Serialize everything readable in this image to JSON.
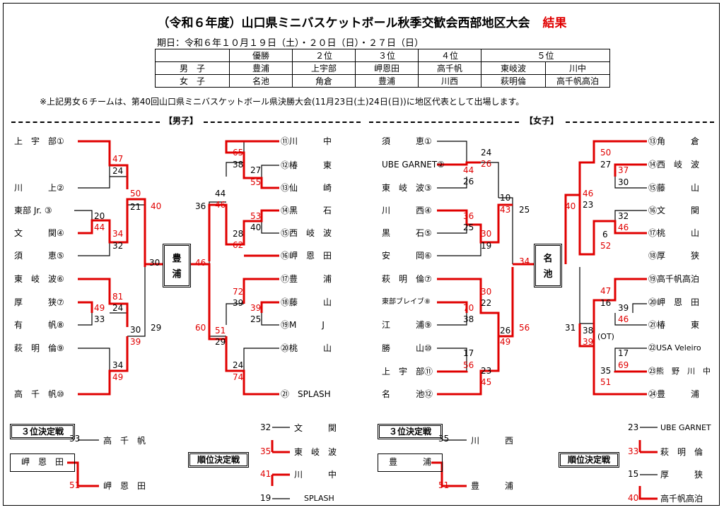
{
  "title": "（令和６年度）山口県ミニバスケットボール秋季交歓会西部地区大会",
  "title_result": "結果",
  "period": "期日：令和６年１０月１９日（土）・２０日（日）・２７日（日）",
  "results_table": {
    "headers": [
      "",
      "優勝",
      "２位",
      "３位",
      "４位",
      "５位",
      ""
    ],
    "rows": [
      [
        "男　子",
        "豊浦",
        "上宇部",
        "岬恩田",
        "高千帆",
        "東岐波",
        "川中"
      ],
      [
        "女　子",
        "名池",
        "角倉",
        "豊浦",
        "川西",
        "萩明倫",
        "高千帆高泊"
      ]
    ]
  },
  "note": "※上記男女６チームは、第40回山口県ミニバスケットボール県決勝大会(11月23日(土)24日(日))に地区代表として出場します。",
  "boys": {
    "label": "【男子】",
    "champion": "豊\n浦",
    "left_teams": [
      "上　宇　部①",
      "川　　　上②",
      "東部 Jr. ③",
      "文　　　関④",
      "須　　　恵⑤",
      "東　岐　波⑥",
      "厚　　　狭⑦",
      "有　　　帆⑧",
      "萩　明　倫⑨",
      "高　千　帆⑩"
    ],
    "right_teams": [
      "⑪川　　　中",
      "⑫椿　　　東",
      "⑬仙　　　崎",
      "⑭黒　　　石",
      "⑮西　岐　波",
      "⑯岬　恩　田",
      "⑰豊　　　浦",
      "⑱藤　　　山",
      "⑲M　　　J",
      "⑳桃　　　山",
      "㉑　SPLASH"
    ],
    "scores": {
      "s47": "47",
      "s24": "24",
      "s50": "50",
      "s40": "40",
      "s20": "20",
      "s44": "44",
      "s34": "34",
      "s21": "21",
      "s32": "32",
      "s30a": "30",
      "s81": "81",
      "s49a": "49",
      "s24b": "24",
      "s33": "33",
      "s30b": "30",
      "s29a": "29",
      "s39a": "39",
      "s34b": "34",
      "s49b": "49",
      "s36": "36",
      "s46a": "46",
      "s60": "60",
      "s65": "65",
      "s38": "38",
      "s27": "27",
      "s55": "55",
      "s44r": "44",
      "s46r": "46",
      "s53": "53",
      "s40r": "40",
      "s28": "28",
      "s62": "62",
      "s72": "72",
      "s39r": "39",
      "s39b": "39",
      "s25": "25",
      "s51": "51",
      "s29b": "29",
      "s24r": "24",
      "s74": "74"
    },
    "third_place": {
      "label": "３位決定戦",
      "loser_box": "岬　恩　田",
      "team_a": "高　千　帆",
      "team_b": "岬　恩　田",
      "score_a": "33",
      "score_b": "51"
    },
    "ranking": {
      "label": "順位決定戦",
      "games": [
        {
          "team_a": "文　　　関",
          "team_b": "東　岐　波",
          "score_a": "32",
          "score_b": "35"
        },
        {
          "team_a": "川　　　中",
          "team_b": "SPLASH",
          "score_a": "41",
          "score_b": "19"
        }
      ]
    }
  },
  "girls": {
    "label": "【女子】",
    "champion": "名\n池",
    "left_teams": [
      "須　　　恵①",
      "UBE GARNET②",
      "東　岐　波③",
      "川　　　西④",
      "黒　　　石⑤",
      "安　　　岡⑥",
      "萩　明　倫⑦",
      "東部ブレイブ⑧",
      "江　　　浦⑨",
      "勝　　　山⑩",
      "上　宇　部⑪",
      "名　　　池⑫"
    ],
    "right_teams": [
      "⑬角　　　倉",
      "⑭西　岐　波",
      "⑮藤　　　山",
      "⑯文　　　関",
      "⑰桃　　　山",
      "⑱厚　　　狭",
      "⑲高千帆高泊",
      "⑳岬　恩　田",
      "㉑椿　　　東",
      "㉒USA Veleiro",
      "㉓熊　野　川　中",
      "㉔豊　　　浦"
    ],
    "scores": {
      "g24": "24",
      "g26a": "26",
      "g44": "44",
      "g26b": "26",
      "g10": "10",
      "g43": "43",
      "g25a": "25",
      "g36": "36",
      "g25b": "25",
      "g30a": "30",
      "g19": "19",
      "g34": "34",
      "g30b": "30",
      "g22": "22",
      "g70": "70",
      "g38": "38",
      "g26c": "26",
      "g56a": "56",
      "g17": "17",
      "g56b": "56",
      "g23a": "23",
      "g45": "45",
      "g49": "49",
      "g50": "50",
      "g27": "27",
      "g37": "37",
      "g30c": "30",
      "g46a": "46",
      "g40": "40",
      "g23b": "23",
      "g32": "32",
      "g46b": "46",
      "g6": "6",
      "g52": "52",
      "g47": "47",
      "g16": "16",
      "g39a": "39",
      "g46c": "46",
      "g31": "31",
      "g38b": "38",
      "ot": "(OT)",
      "g39b": "39",
      "g17b": "17",
      "g69": "69",
      "g35": "35",
      "g51": "51"
    },
    "third_place": {
      "label": "３位決定戦",
      "loser_box": "豊　　　浦",
      "team_a": "川　　　西",
      "team_b": "豊　　　浦",
      "score_a": "35",
      "score_b": "51"
    },
    "ranking": {
      "label": "順位決定戦",
      "games": [
        {
          "team_a": "UBE GARNET",
          "team_b": "萩　明　倫",
          "score_a": "23",
          "score_b": "33"
        },
        {
          "team_a": "厚　　　狭",
          "team_b": "高千帆高泊",
          "score_a": "15",
          "score_b": "40"
        }
      ]
    }
  },
  "colors": {
    "winner": "#e00000",
    "line": "#000000"
  }
}
